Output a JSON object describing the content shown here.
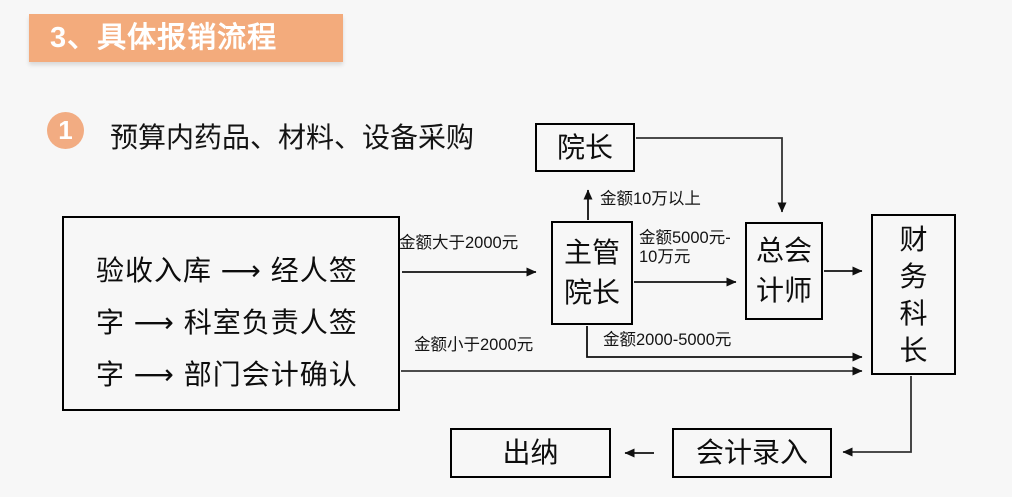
{
  "page": {
    "background_color": "#f7f7f7",
    "accent_color": "#f3ab7c"
  },
  "header": {
    "title": "3、具体报销流程"
  },
  "section": {
    "step_number": "1",
    "heading": "预算内药品、材料、设备采购"
  },
  "flowchart": {
    "boxes": {
      "intake": {
        "lines": [
          "验收入库 ⟶ 经人签",
          "字 ⟶ 科室负责人签",
          "字 ⟶ 部门会计确认"
        ]
      },
      "dean": {
        "label": "院长"
      },
      "deputy_dean": {
        "lines": [
          "主管",
          "院长"
        ]
      },
      "chief_accountant": {
        "lines": [
          "总会",
          "计师"
        ]
      },
      "finance_chief": {
        "lines": [
          "财",
          "务",
          "科",
          "长"
        ]
      },
      "cashier": {
        "label": "出纳"
      },
      "accounting_entry": {
        "label": "会计录入"
      }
    },
    "labels": {
      "amount_gt_2000": "金额大于2000元",
      "amount_above_100k": "金额10万以上",
      "amount_5000_100k": {
        "lines": [
          "金额5000元-",
          "10万元"
        ]
      },
      "amount_lt_2000": "金额小于2000元",
      "amount_2000_5000": "金额2000-5000元"
    }
  }
}
